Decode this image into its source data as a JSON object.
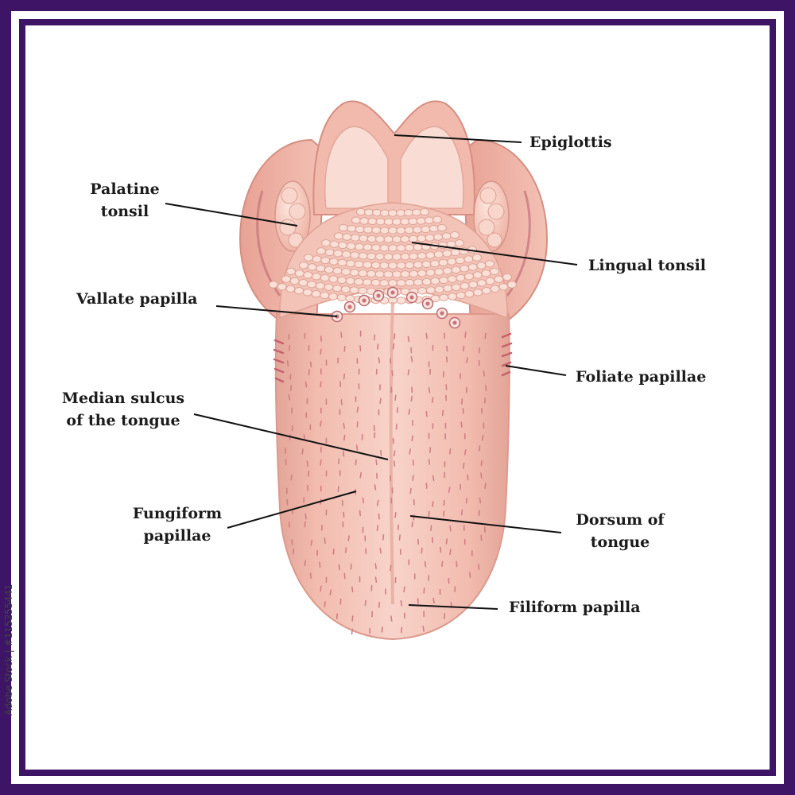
{
  "colors": {
    "frame": "#3d1466",
    "tongue_fill": "#f2bcaf",
    "tongue_center": "#f7d2c8",
    "tongue_edge": "#dc9a8e",
    "tonsil_bump": "#f8d4c8",
    "papilla_mark": "#c96b74",
    "leader_line": "#111111",
    "label_text": "#1b1b1b"
  },
  "labels": {
    "epiglottis": "Epiglottis",
    "palatine_tonsil": [
      "Palatine",
      "tonsil"
    ],
    "lingual_tonsil": "Lingual tonsil",
    "vallate_papilla": "Vallate papilla",
    "foliate_papillae": "Foliate papillae",
    "median_sulcus": [
      "Median sulcus",
      "of the tongue"
    ],
    "fungiform_papillae": [
      "Fungiform",
      "papillae"
    ],
    "dorsum_of_tongue": [
      "Dorsum of",
      "tongue"
    ],
    "filiform_papilla": "Filiform papilla"
  },
  "stock_id": "Adobe Stock | #115255441"
}
